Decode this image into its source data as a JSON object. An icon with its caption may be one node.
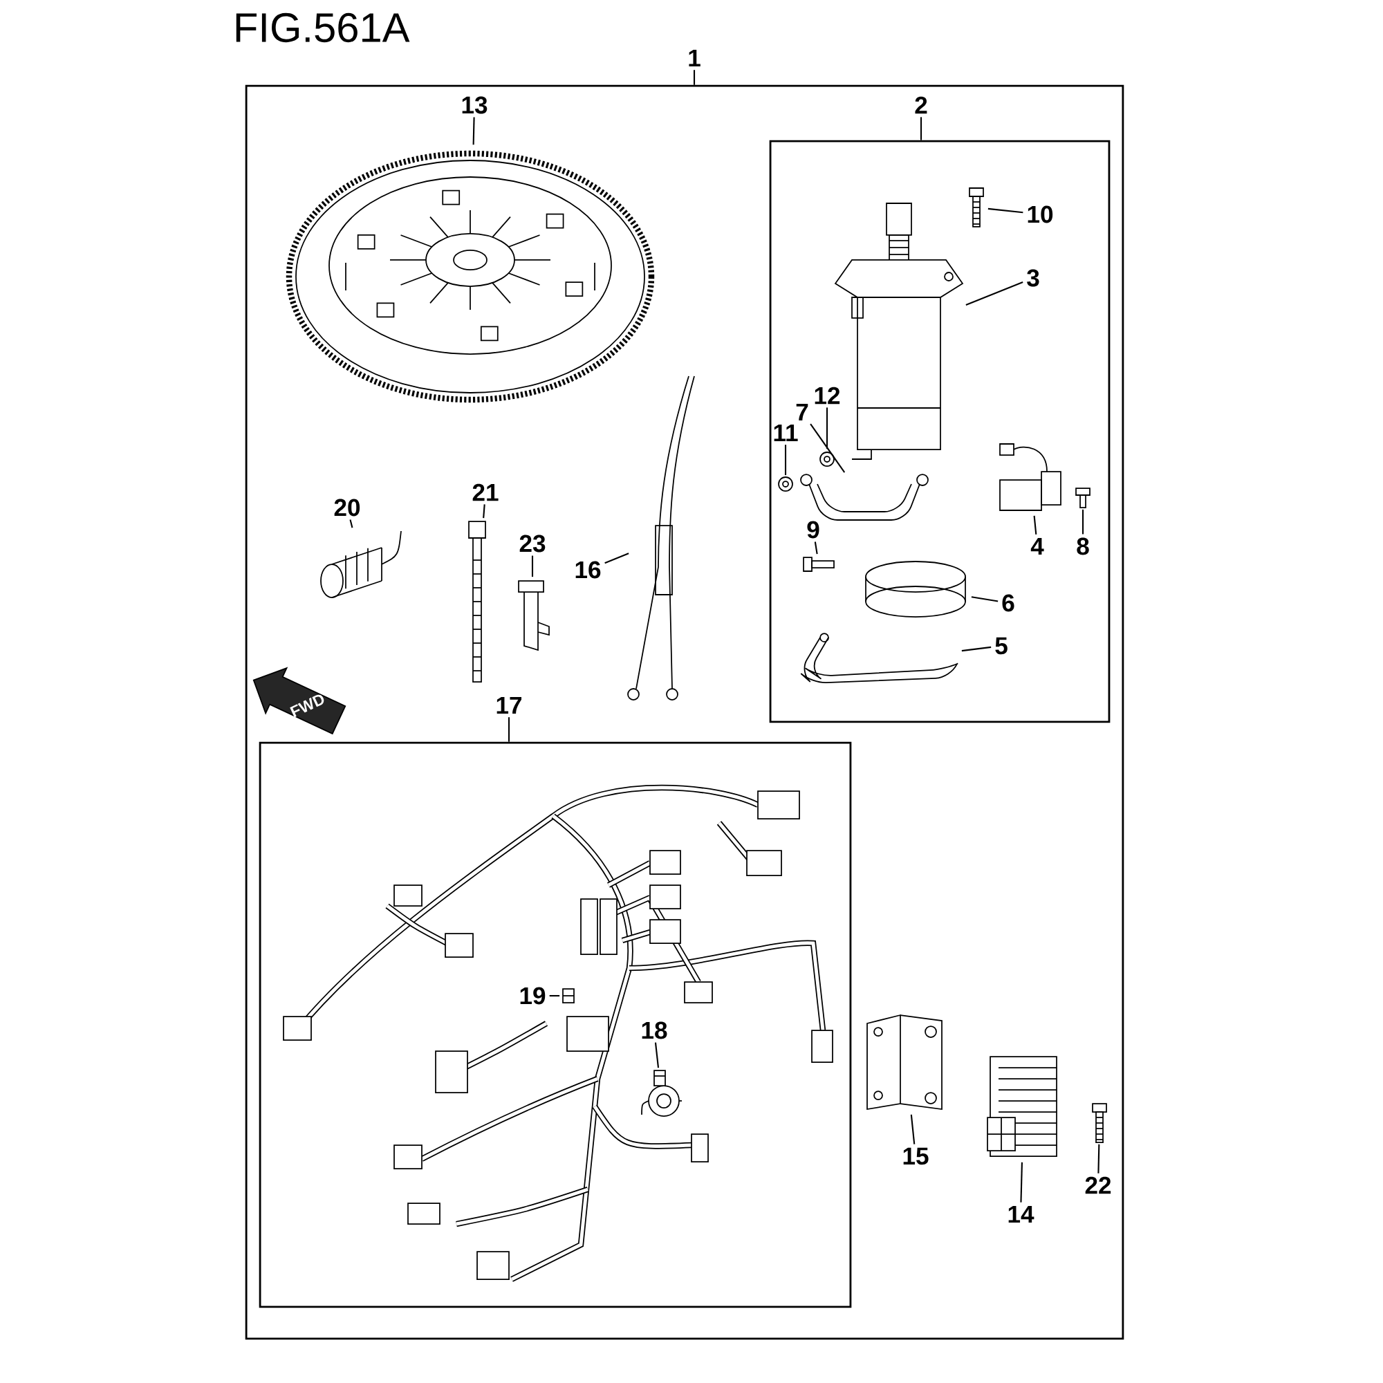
{
  "diagram": {
    "title": "FIG.561A",
    "nodes": [
      {
        "text": [
          "1"
        ]
      },
      {
        "text": [],
        "shape": "box"
      },
      {
        "text": [
          "2"
        ],
        "in": 1
      },
      {
        "text": [],
        "shape": "box",
        "in": 1
      },
      {
        "text": [
          "17"
        ],
        "in": 1
      },
      {
        "text": [],
        "shape": "box",
        "in": 1
      },
      {
        "text": [
          "13"
        ],
        "in": 1
      },
      {
        "text": [],
        "shape": "picture",
        "in": 1
      },
      {
        "text": [
          "10"
        ],
        "in": 3
      },
      {
        "text": [],
        "shape": "picture",
        "in": 3
      },
      {
        "text": [
          "3"
        ],
        "in": 3
      },
      {
        "text": [],
        "shape": "picture",
        "in": 3
      },
      {
        "text": [
          "12"
        ],
        "in": 3
      },
      {
        "text": [],
        "shape": "picture",
        "in": 3
      },
      {
        "text": [
          "7"
        ],
        "in": 3
      },
      {
        "text": [],
        "shape": "picture",
        "in": 3
      },
      {
        "text": [
          "11"
        ],
        "in": 3
      },
      {
        "text": [],
        "shape": "picture",
        "in": 3
      },
      {
        "text": [
          "4"
        ],
        "in": 3
      },
      {
        "text": [],
        "shape": "picture",
        "in": 3
      },
      {
        "text": [
          "8"
        ],
        "in": 3
      },
      {
        "text": [],
        "shape": "picture",
        "in": 3
      },
      {
        "text": [
          "9"
        ],
        "in": 3
      },
      {
        "text": [],
        "shape": "picture",
        "in": 3
      },
      {
        "text": [
          "6"
        ],
        "in": 3
      },
      {
        "text": [],
        "shape": "picture",
        "in": 3
      },
      {
        "text": [
          "5"
        ],
        "in": 3
      },
      {
        "text": [],
        "shape": "picture",
        "in": 3
      },
      {
        "text": [
          "20"
        ],
        "in": 1
      },
      {
        "text": [],
        "shape": "picture",
        "in": 1
      },
      {
        "text": [
          "21"
        ],
        "in": 1
      },
      {
        "text": [],
        "shape": "picture",
        "in": 1
      },
      {
        "text": [
          "23"
        ],
        "in": 1
      },
      {
        "text": [],
        "shape": "picture",
        "in": 1
      },
      {
        "text": [
          "16"
        ],
        "in": 1
      },
      {
        "text": [],
        "shape": "picture",
        "in": 1
      },
      {
        "text": [
          "19"
        ],
        "in": 5
      },
      {
        "text": [],
        "shape": "picture",
        "in": 5
      },
      {
        "text": [
          "18"
        ],
        "in": 5
      },
      {
        "text": [],
        "shape": "picture",
        "in": 5
      },
      {
        "text": [
          "15"
        ],
        "in": 1
      },
      {
        "text": [],
        "shape": "picture",
        "in": 1
      },
      {
        "text": [
          "14"
        ],
        "in": 1
      },
      {
        "text": [],
        "shape": "picture",
        "in": 1
      },
      {
        "text": [
          "22"
        ],
        "in": 1
      },
      {
        "text": [],
        "shape": "picture",
        "in": 1
      }
    ],
    "edges": [
      {
        "from": 0,
        "to": 1,
        "arrow": "none"
      },
      {
        "from": 2,
        "to": 3,
        "arrow": "none"
      },
      {
        "from": 4,
        "to": 5,
        "arrow": "none"
      },
      {
        "from": 6,
        "to": 7,
        "arrow": "none"
      },
      {
        "from": 8,
        "to": 9,
        "arrow": "none"
      },
      {
        "from": 10,
        "to": 11,
        "arrow": "none"
      },
      {
        "from": 12,
        "to": 13,
        "arrow": "none"
      },
      {
        "from": 14,
        "to": 15,
        "arrow": "none"
      },
      {
        "from": 16,
        "to": 17,
        "arrow": "none"
      },
      {
        "from": 18,
        "to": 19,
        "arrow": "none"
      },
      {
        "from": 20,
        "to": 21,
        "arrow": "none"
      },
      {
        "from": 22,
        "to": 23,
        "arrow": "none"
      },
      {
        "from": 24,
        "to": 25,
        "arrow": "none"
      },
      {
        "from": 26,
        "to": 27,
        "arrow": "none"
      },
      {
        "from": 28,
        "to": 29,
        "arrow": "none"
      },
      {
        "from": 30,
        "to": 31,
        "arrow": "none"
      },
      {
        "from": 32,
        "to": 33,
        "arrow": "none"
      },
      {
        "from": 34,
        "to": 35,
        "arrow": "none"
      },
      {
        "from": 36,
        "to": 37,
        "arrow": "none"
      },
      {
        "from": 38,
        "to": 39,
        "arrow": "none"
      },
      {
        "from": 40,
        "to": 41,
        "arrow": "none"
      },
      {
        "from": 42,
        "to": 43,
        "arrow": "none"
      },
      {
        "from": 44,
        "to": 45,
        "arrow": "none"
      }
    ],
    "labels": [
      "FWD"
    ]
  }
}
